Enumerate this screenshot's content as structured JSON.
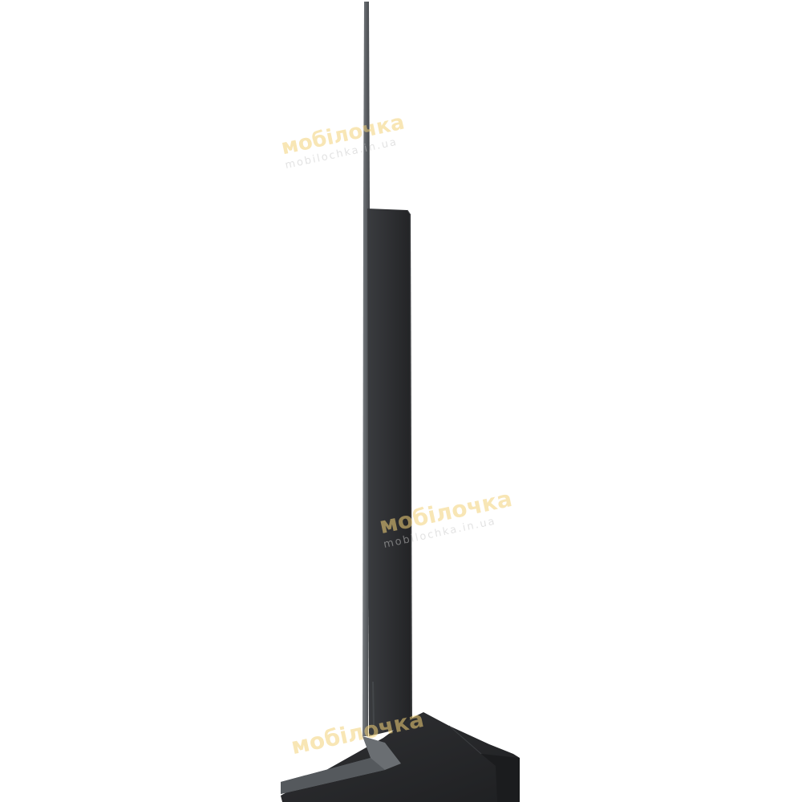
{
  "image": {
    "subject": "tv-side-profile-on-stand"
  },
  "watermark": {
    "brand": "мобілочка",
    "domain": "mobilochka.in.ua",
    "color": "#f3d27a"
  },
  "colors": {
    "background": "#ffffff",
    "panel_edge": "#5f6367",
    "body": "#2b2c2e",
    "stand": "#27282a"
  }
}
